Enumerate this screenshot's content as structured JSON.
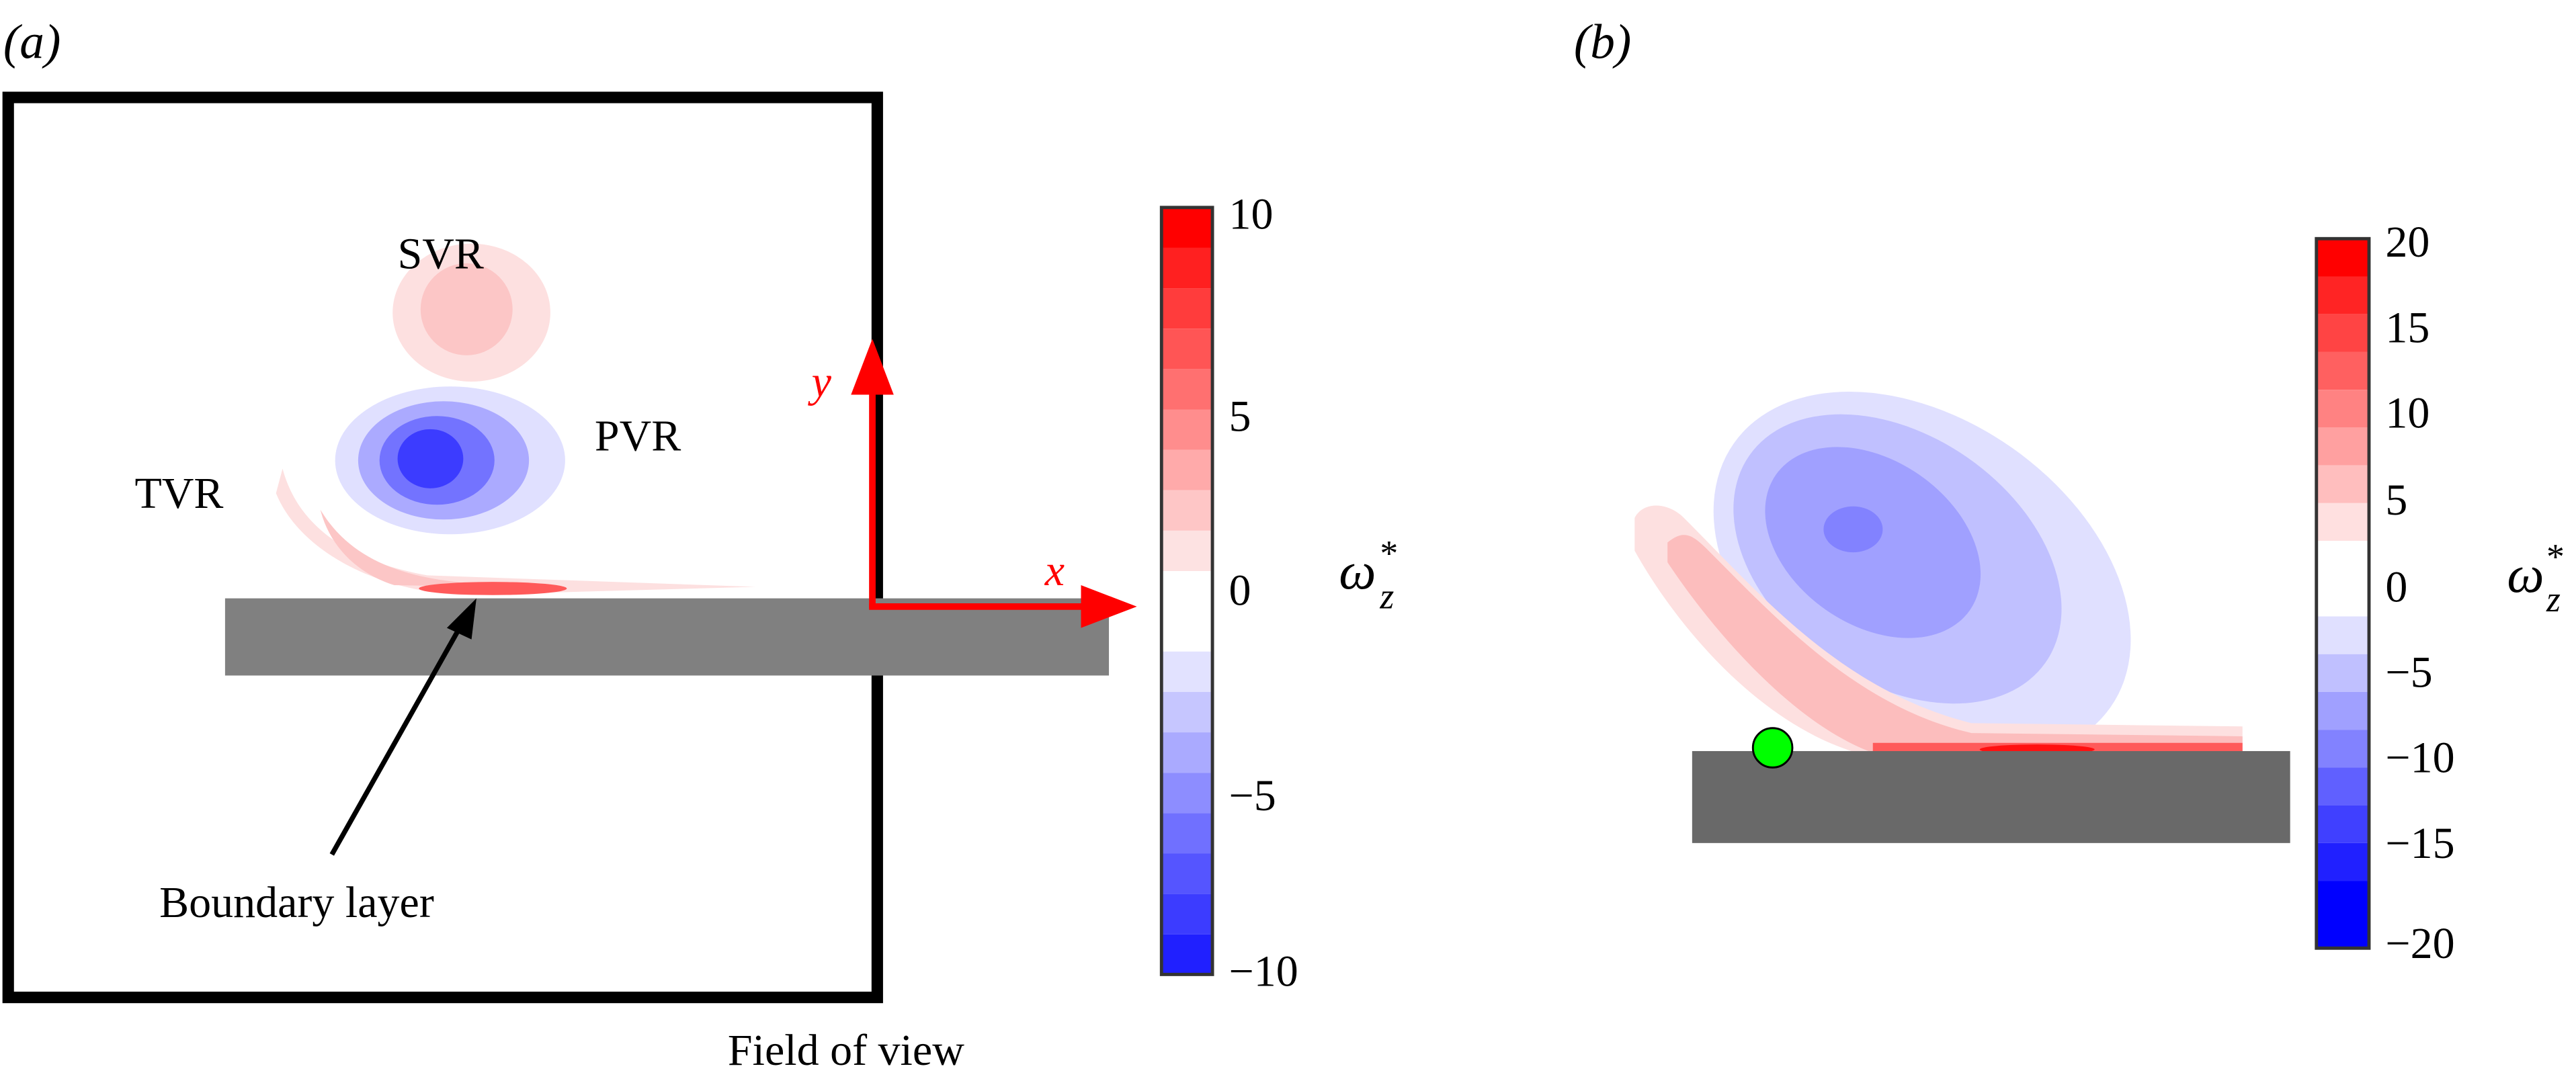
{
  "panel_a": {
    "label": "(a)",
    "labels": {
      "svr": "SVR",
      "pvr": "PVR",
      "tvr": "TVR",
      "boundary_layer": "Boundary layer",
      "field_of_view": "Field of view"
    },
    "axes": {
      "x": "x",
      "y": "y",
      "color": "#ff0000"
    },
    "plate_color": "#808080"
  },
  "panel_b": {
    "label": "(b)",
    "marker_color": "#00ff00",
    "plate_color": "#696969"
  },
  "chart_data": [
    {
      "type": "heatmap",
      "title": "(a) Vorticity contours with field of view",
      "colorbar_label": "ω*_z",
      "colorbar_ticks": [
        10,
        5,
        0,
        -5,
        -10
      ],
      "colorbar_range": [
        -10,
        10
      ],
      "annotations": [
        "SVR",
        "PVR",
        "TVR",
        "Boundary layer",
        "Field of view",
        "x",
        "y"
      ]
    },
    {
      "type": "heatmap",
      "title": "(b) Vorticity contours",
      "colorbar_label": "ω*_z",
      "colorbar_ticks": [
        20,
        15,
        10,
        5,
        0,
        -5,
        -10,
        -15,
        -20
      ],
      "colorbar_range": [
        -20,
        20
      ]
    }
  ],
  "colorbar_a": {
    "ticks": [
      "10",
      "5",
      "0",
      "−5",
      "−10"
    ],
    "label_main": "ω",
    "label_sup": "*",
    "label_sub": "z"
  },
  "colorbar_b": {
    "ticks": [
      "20",
      "15",
      "10",
      "5",
      "0",
      "−5",
      "−10",
      "−15",
      "−20"
    ],
    "label_main": "ω",
    "label_sup": "*",
    "label_sub": "z"
  }
}
